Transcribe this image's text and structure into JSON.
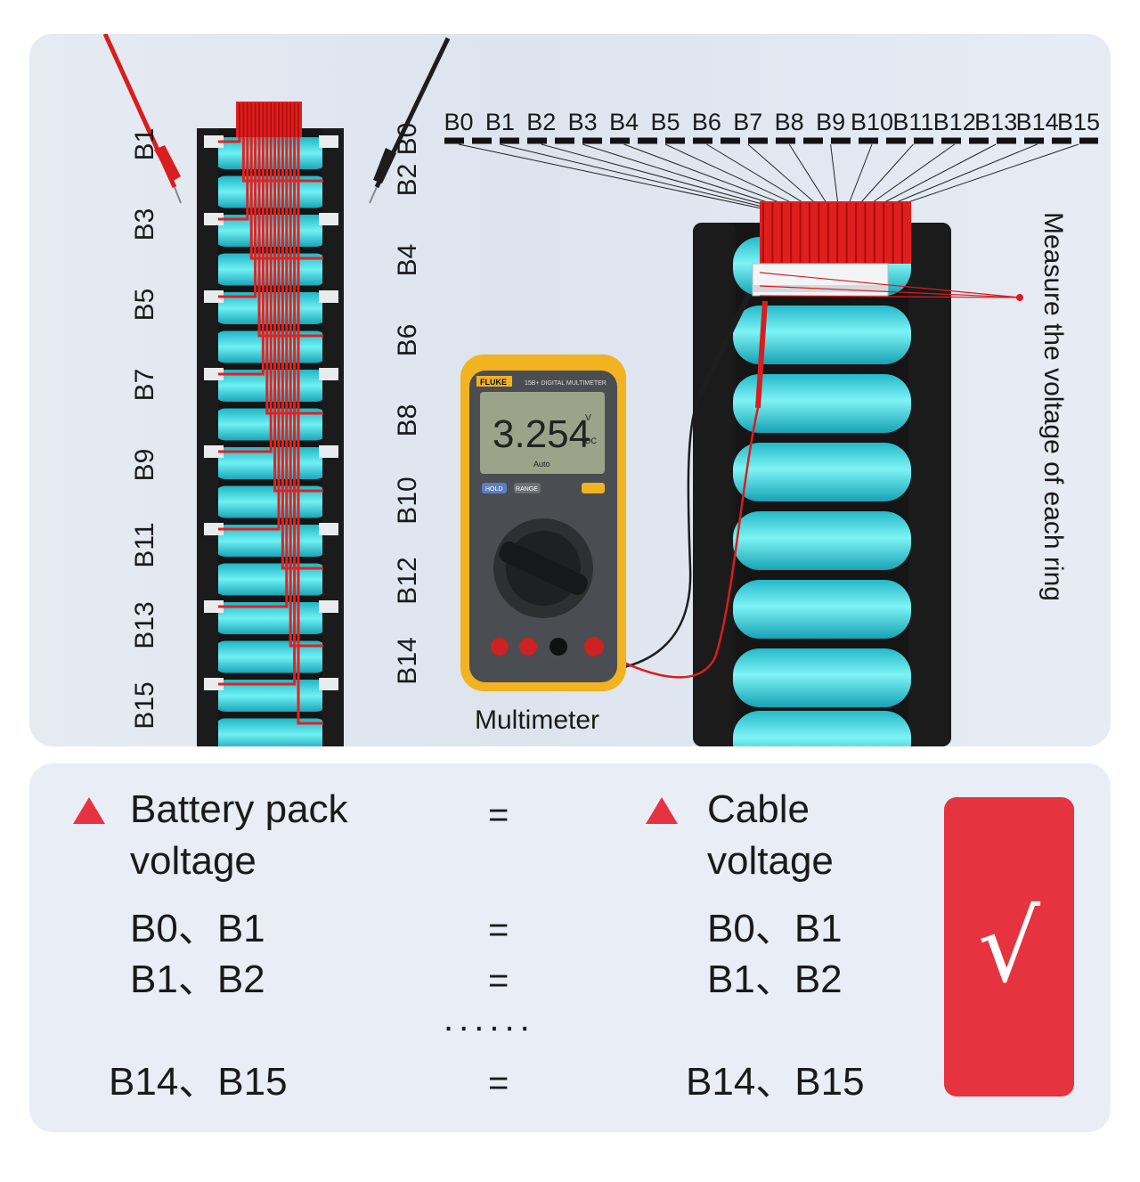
{
  "left_pack_labels_left": [
    "B1",
    "B3",
    "B5",
    "B7",
    "B9",
    "B11",
    "B13",
    "B15"
  ],
  "left_pack_labels_right": [
    "B0",
    "B2",
    "B4",
    "B6",
    "B8",
    "B10",
    "B12",
    "B14"
  ],
  "top_labels": [
    "B0",
    "B1",
    "B2",
    "B3",
    "B4",
    "B5",
    "B6",
    "B7",
    "B8",
    "B9",
    "B10",
    "B11",
    "B12",
    "B13",
    "B14",
    "B15"
  ],
  "multimeter": {
    "brand": "FLUKE",
    "model": "15B+ DIGITAL MULTIMETER",
    "reading": "3.254",
    "unit": "V",
    "mode": "DC",
    "auto": "Auto",
    "hold": "HOLD",
    "range": "RANGE",
    "label": "Multimeter"
  },
  "measure_caption": "Measure the voltage of each ring",
  "comparison": {
    "left_title_line1": "Battery pack",
    "left_title_line2": "voltage",
    "right_title_line1": "Cable",
    "right_title_line2": "voltage",
    "eq": "=",
    "rows": [
      {
        "left": "B0、B1",
        "right": "B0、B1"
      },
      {
        "left": "B1、B2",
        "right": "B1、B2"
      },
      {
        "left": "B14、B15",
        "right": "B14、B15"
      }
    ],
    "ellipsis": "......",
    "check": "√"
  },
  "colors": {
    "accent": "#e5333f",
    "cell": "#3fd2dc",
    "wire": "#e52020",
    "frame": "#141414"
  }
}
